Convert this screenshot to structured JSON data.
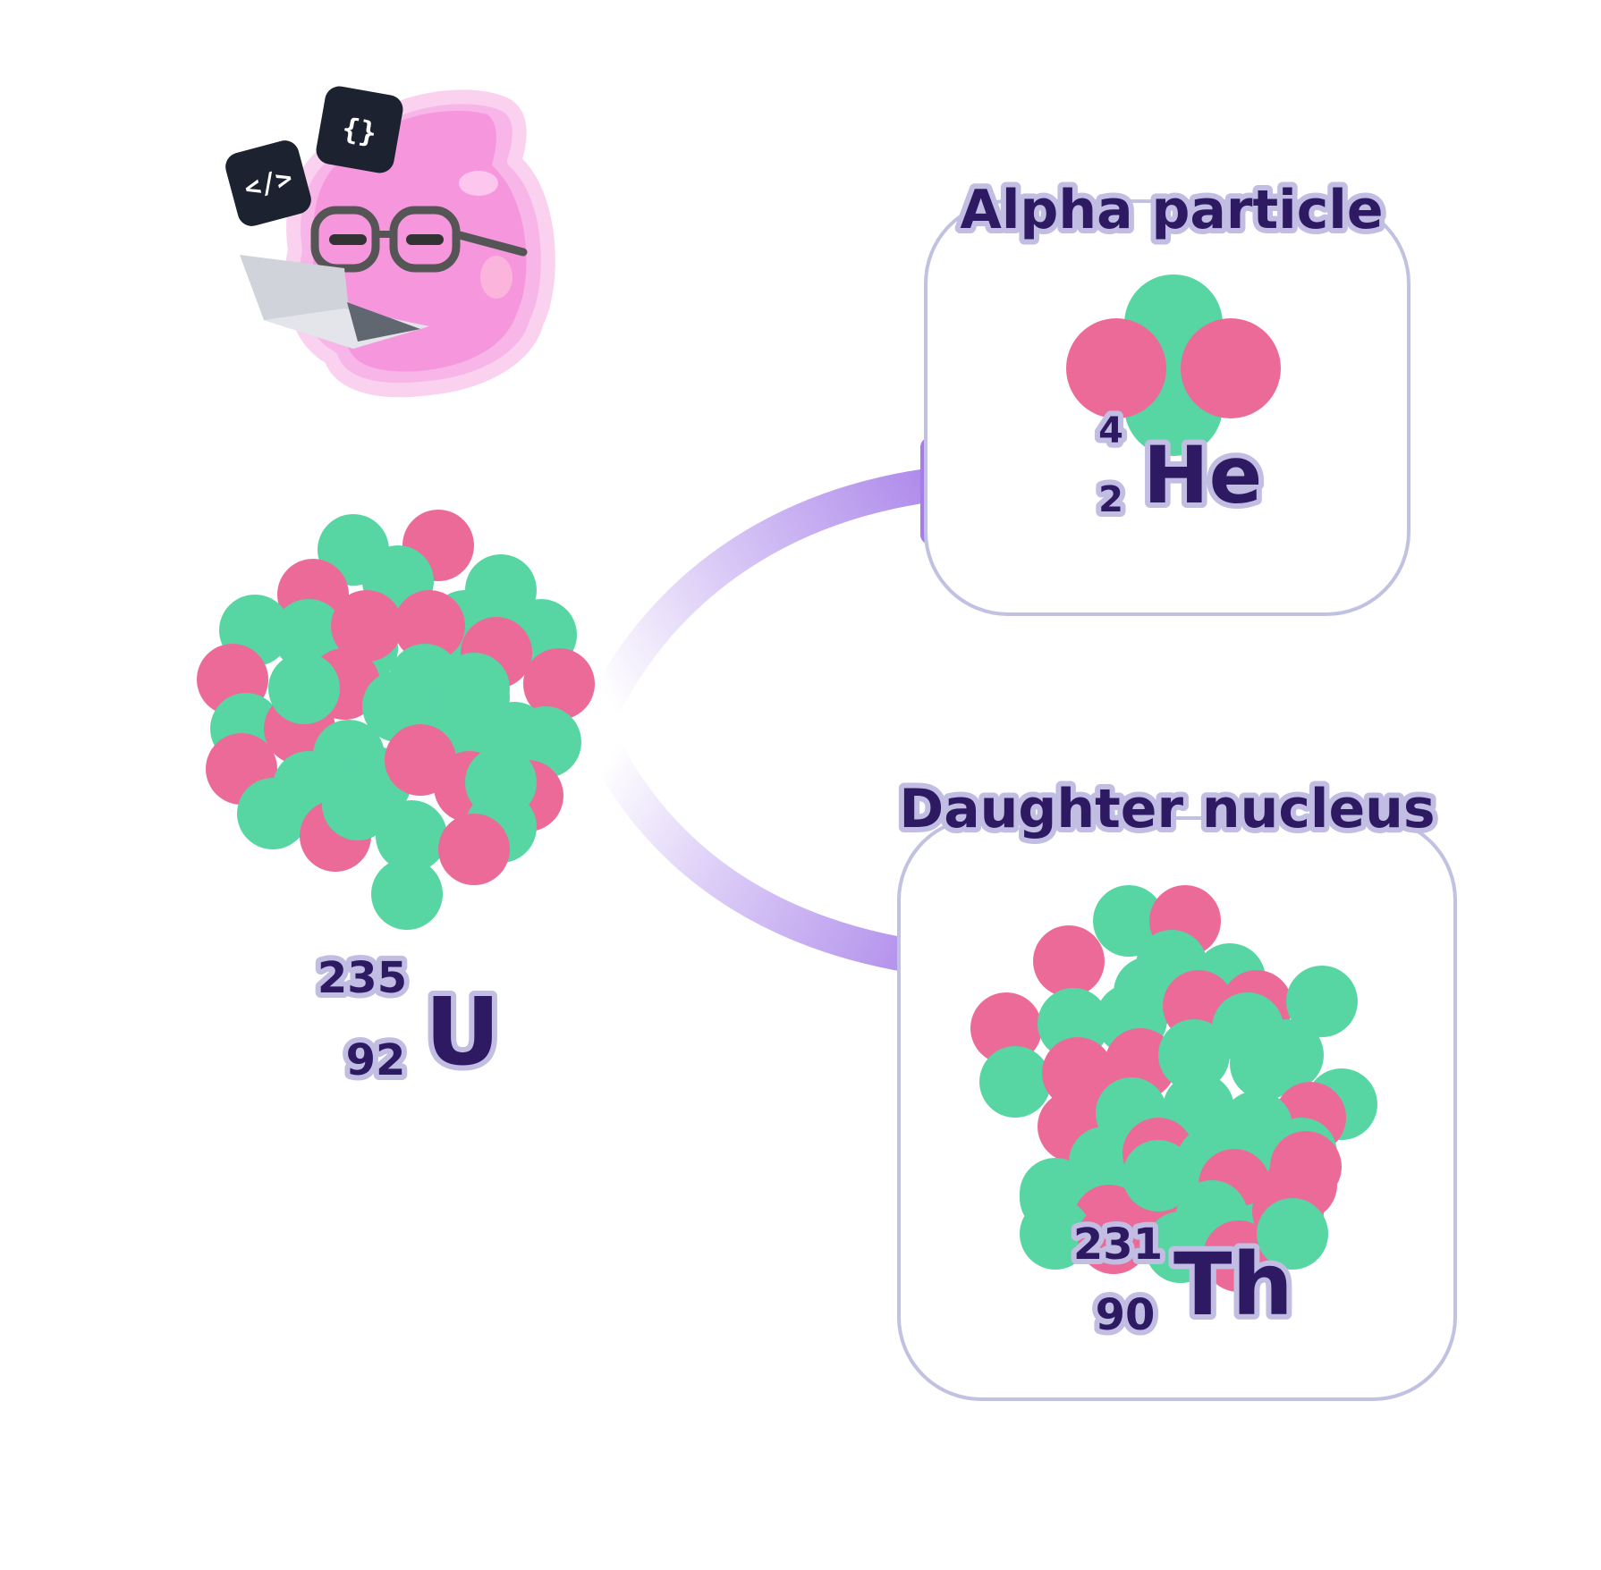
{
  "colors": {
    "proton": "#ec6a98",
    "neutron": "#57d6a4",
    "arrow": "#a57de8",
    "box_border": "#c1c2e2",
    "label_text": "#2e1a63",
    "label_outline": "#c1bde3"
  },
  "icons": [
    "mascot-icon",
    "html-tag-icon",
    "braces-icon",
    "laptop-icon",
    "glasses-icon"
  ],
  "code_badges": {
    "html": "</>",
    "braces": "{}"
  },
  "parent": {
    "mass_number": "235",
    "atomic_number": "92",
    "symbol": "U"
  },
  "alpha": {
    "title": "Alpha particle",
    "mass_number": "4",
    "atomic_number": "2",
    "symbol": "He"
  },
  "daughter": {
    "title": "Daughter nucleus",
    "mass_number": "231",
    "atomic_number": "90",
    "symbol": "Th"
  }
}
